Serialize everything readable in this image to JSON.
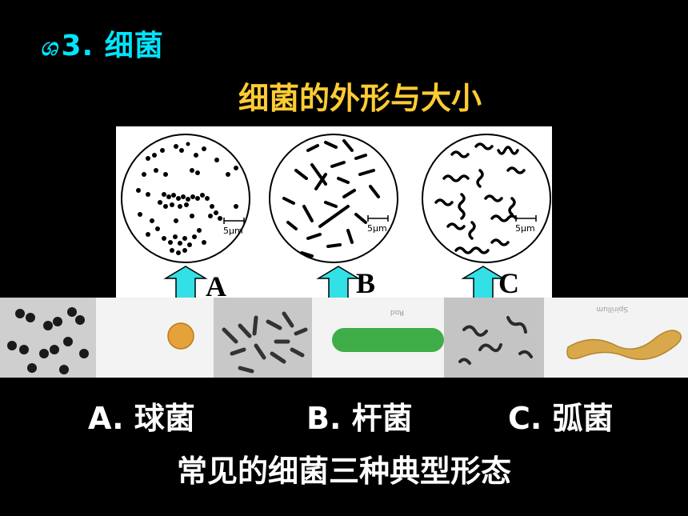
{
  "slide": {
    "heading_bullet": "ශ",
    "heading": "3. 细菌",
    "subtitle": "细菌的外形与大小",
    "diagram": {
      "scale_label": "5μm",
      "labels": [
        "A",
        "B",
        "C"
      ]
    },
    "captions": [
      "A.  球菌",
      "B.  杆菌",
      "C.  弧菌"
    ],
    "bottom_text": "常见的细菌三种典型形态",
    "photo_labels": [
      "Rod",
      "Spirillum"
    ]
  },
  "colors": {
    "heading": "#00e5ff",
    "subtitle": "#ffcc33",
    "arrow": "#33e0e6",
    "rod": "#3fae48",
    "coccus": "#e6a23a",
    "spirillum": "#d9a84a"
  }
}
